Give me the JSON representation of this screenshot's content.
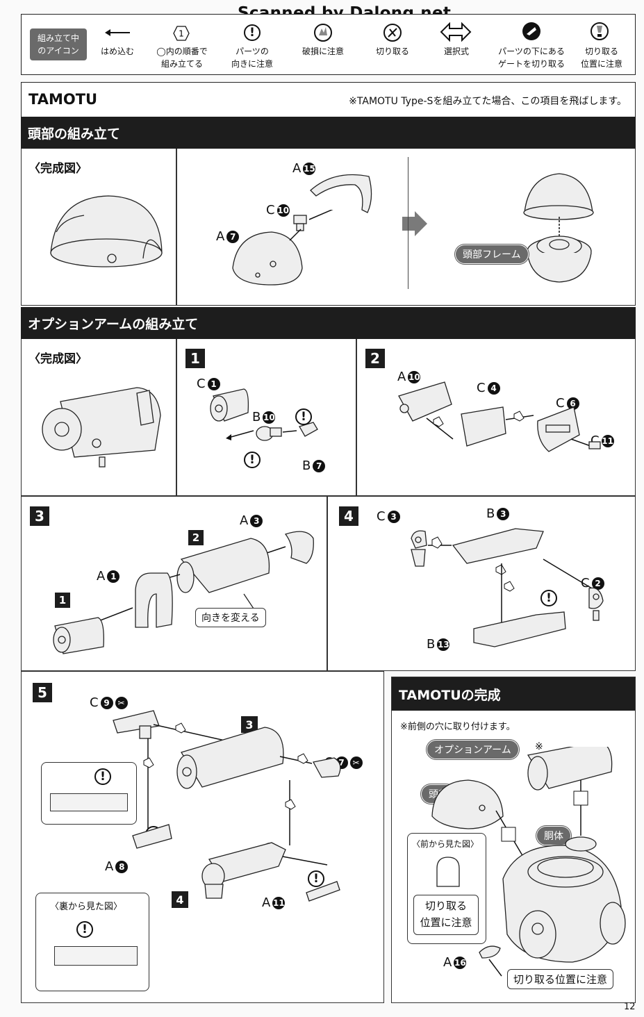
{
  "watermark": "Scanned by Dalong.net",
  "legend": {
    "badge": [
      "組み立て中",
      "のアイコン"
    ],
    "items": [
      {
        "label": [
          "はめ込む"
        ]
      },
      {
        "label": [
          "◯内の順番で",
          "組み立てる"
        ],
        "glyph": "1"
      },
      {
        "label": [
          "パーツの",
          "向きに注意"
        ]
      },
      {
        "label": [
          "破損に注意"
        ]
      },
      {
        "label": [
          "切り取る"
        ]
      },
      {
        "label": [
          "選択式"
        ]
      },
      {
        "label": [
          "パーツの下にある",
          "ゲートを切り取る"
        ]
      },
      {
        "label": [
          "切り取る",
          "位置に注意"
        ]
      }
    ]
  },
  "tamotu": {
    "title": "TAMOTU",
    "note": "※TAMOTU Type-Sを組み立てた場合、この項目を飛ばします。",
    "head_section": "頭部の組み立て",
    "complete": "〈完成図〉",
    "head_frame": "頭部フレーム"
  },
  "arm": {
    "section": "オプションアームの組み立て",
    "complete": "〈完成図〉",
    "turn_label": "向きを変える",
    "back_view": "〈裏から見た図〉"
  },
  "steps": [
    "1",
    "2",
    "3",
    "4",
    "5"
  ],
  "final": {
    "title": "TAMOTUの完成",
    "note": "※前側の穴に取り付けます。",
    "option_arm": "オプションアーム",
    "asterisk": "※",
    "head": "頭部",
    "body": "胴体",
    "front_view": "〈前から見た図〉",
    "cut_box": [
      "切り取る",
      "位置に注意"
    ],
    "cut_note": "切り取る位置に注意"
  },
  "parts": {
    "A": "A",
    "B": "B",
    "C": "C"
  },
  "page_number": "12"
}
